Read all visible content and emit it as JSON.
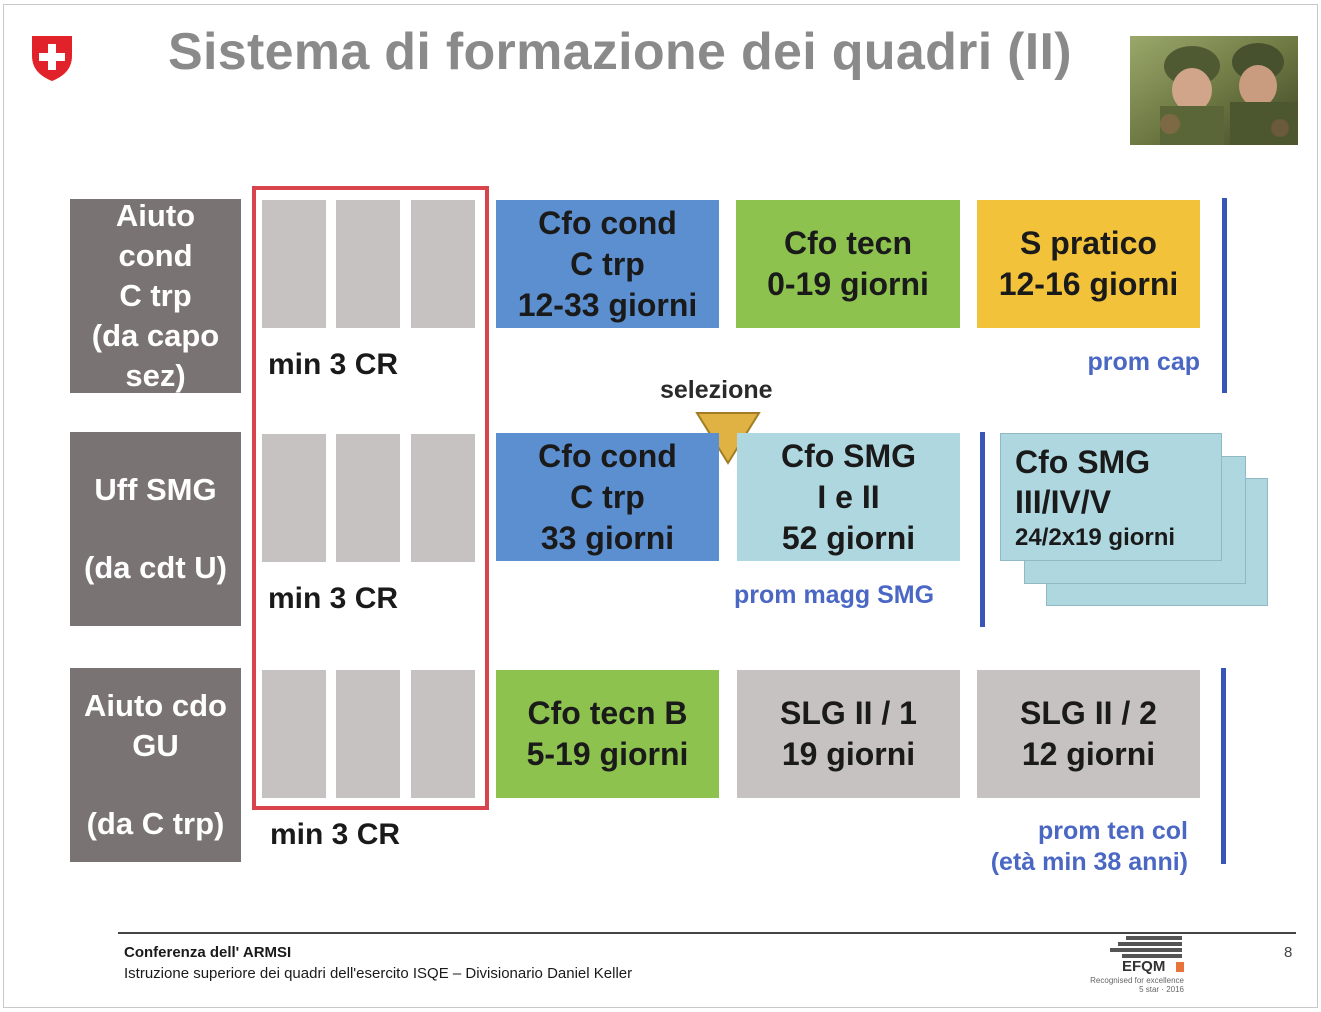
{
  "title": "Sistema di formazione dei quadri (II)",
  "row1": {
    "label": [
      "Aiuto",
      "cond",
      "C trp",
      "(da capo",
      "sez)"
    ],
    "min_cr": "min 3 CR",
    "box1": [
      "Cfo cond",
      "C trp",
      "12-33 giorni"
    ],
    "box2": [
      "Cfo tecn",
      "0-19 giorni"
    ],
    "box3": [
      "S pratico",
      "12-16 giorni"
    ],
    "prom": "prom cap"
  },
  "selection": "selezione",
  "row2": {
    "label": [
      "Uff SMG",
      "(da cdt U)"
    ],
    "min_cr": "min 3 CR",
    "box1": [
      "Cfo cond",
      "C trp",
      "33 giorni"
    ],
    "box2": [
      "Cfo SMG",
      "I e II",
      "52 giorni"
    ],
    "box3": [
      "Cfo SMG",
      "III/IV/V",
      "24/2x19 giorni"
    ],
    "prom": "prom magg SMG"
  },
  "row3": {
    "label": [
      "Aiuto cdo",
      "GU",
      "(da C trp)"
    ],
    "min_cr": "min 3 CR",
    "box1": [
      "Cfo tecn B",
      "5-19 giorni"
    ],
    "box2": [
      "SLG II / 1",
      "19 giorni"
    ],
    "box3": [
      "SLG II / 2",
      "12 giorni"
    ],
    "prom": [
      "prom ten col",
      "(età min 38 anni)"
    ]
  },
  "footer": {
    "line1": "Conferenza dell' ARMSI",
    "line2": "Istruzione superiore dei quadri dell'esercito ISQE – Divisionario Daniel Keller",
    "page": "8",
    "efqm_name": "EFQM",
    "efqm_sub": [
      "Recognised for excellence",
      "5 star · 2016"
    ]
  },
  "colors": {
    "title": "#8a8a8a",
    "row_label": "#7a7373",
    "red_frame": "#d9434b",
    "blue": "#5b8fd0",
    "green": "#8dc24f",
    "yellow": "#f1c23a",
    "light_blue": "#aed7e0",
    "grey": "#c7c2c2",
    "prom_text": "#4a67c4",
    "swiss_red": "#e2222a"
  }
}
